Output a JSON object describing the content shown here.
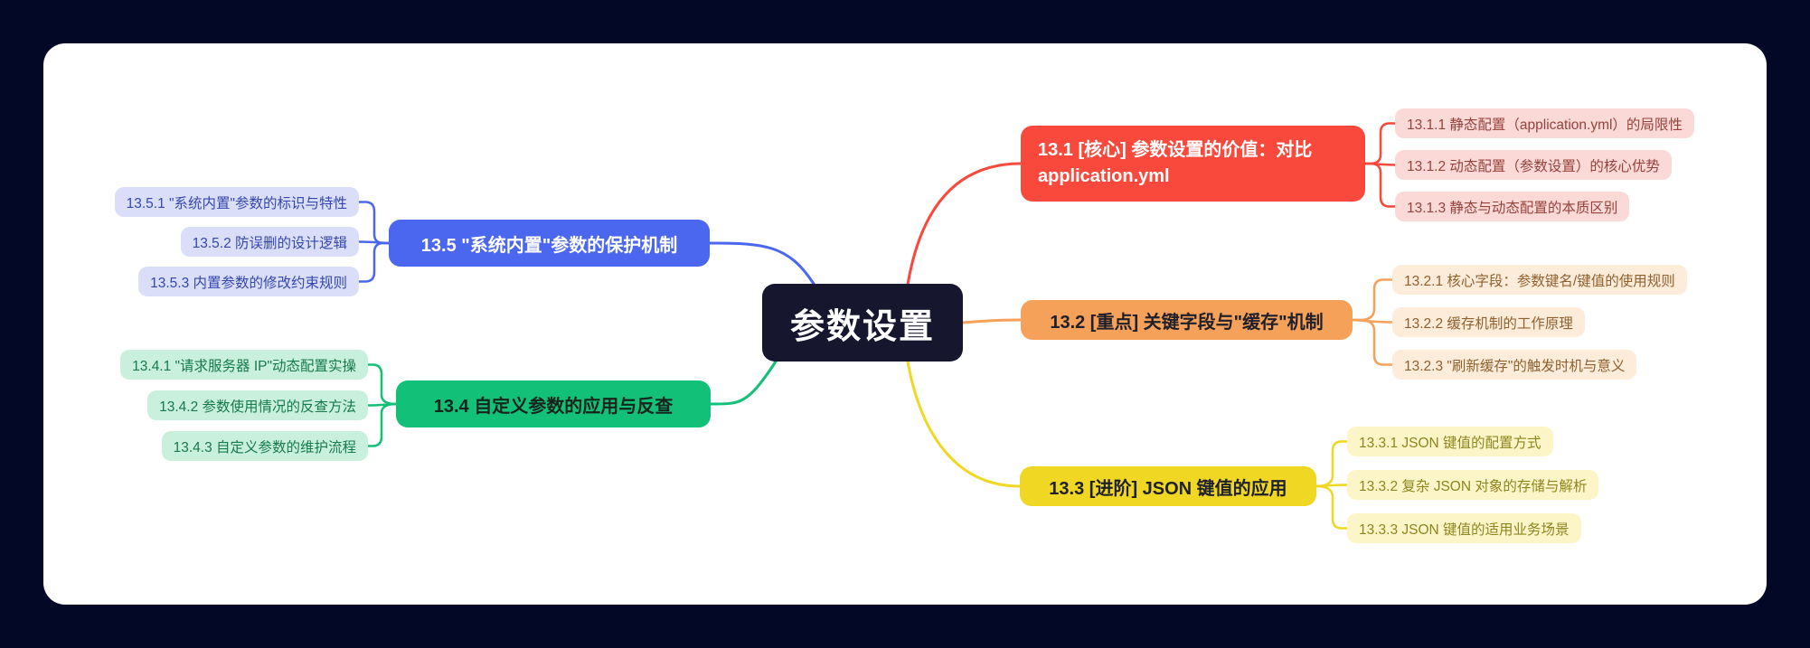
{
  "central": {
    "label": "参数设置"
  },
  "colors": {
    "background": "#030827",
    "canvas": "#ffffff",
    "central_bg": "#16162e",
    "branch_red": "#f8493c",
    "branch_orange": "#f5a159",
    "branch_yellow": "#efd723",
    "branch_green": "#12c077",
    "branch_blue": "#4b67ef",
    "child_red_bg": "#fbd9d6",
    "child_orange_bg": "#fcecd9",
    "child_yellow_bg": "#fbf5c7",
    "child_green_bg": "#c9f0dd",
    "child_blue_bg": "#dadef8"
  },
  "branches": [
    {
      "label": "13.1 [核心] 参数设置的价值：对比 application.yml",
      "color": "#f8493c",
      "children": [
        "13.1.1 静态配置（application.yml）的局限性",
        "13.1.2 动态配置（参数设置）的核心优势",
        "13.1.3 静态与动态配置的本质区别"
      ]
    },
    {
      "label": "13.2 [重点] 关键字段与\"缓存\"机制",
      "color": "#f5a159",
      "children": [
        "13.2.1 核心字段：参数键名/键值的使用规则",
        "13.2.2 缓存机制的工作原理",
        "13.2.3 \"刷新缓存\"的触发时机与意义"
      ]
    },
    {
      "label": "13.3 [进阶] JSON 键值的应用",
      "color": "#efd723",
      "children": [
        "13.3.1 JSON 键值的配置方式",
        "13.3.2 复杂 JSON 对象的存储与解析",
        "13.3.3 JSON 键值的适用业务场景"
      ]
    },
    {
      "label": "13.4 自定义参数的应用与反查",
      "color": "#12c077",
      "children": [
        "13.4.1 \"请求服务器 IP\"动态配置实操",
        "13.4.2 参数使用情况的反查方法",
        "13.4.3 自定义参数的维护流程"
      ]
    },
    {
      "label": "13.5 \"系统内置\"参数的保护机制",
      "color": "#4b67ef",
      "children": [
        "13.5.1 \"系统内置\"参数的标识与特性",
        "13.5.2 防误删的设计逻辑",
        "13.5.3 内置参数的修改约束规则"
      ]
    }
  ]
}
